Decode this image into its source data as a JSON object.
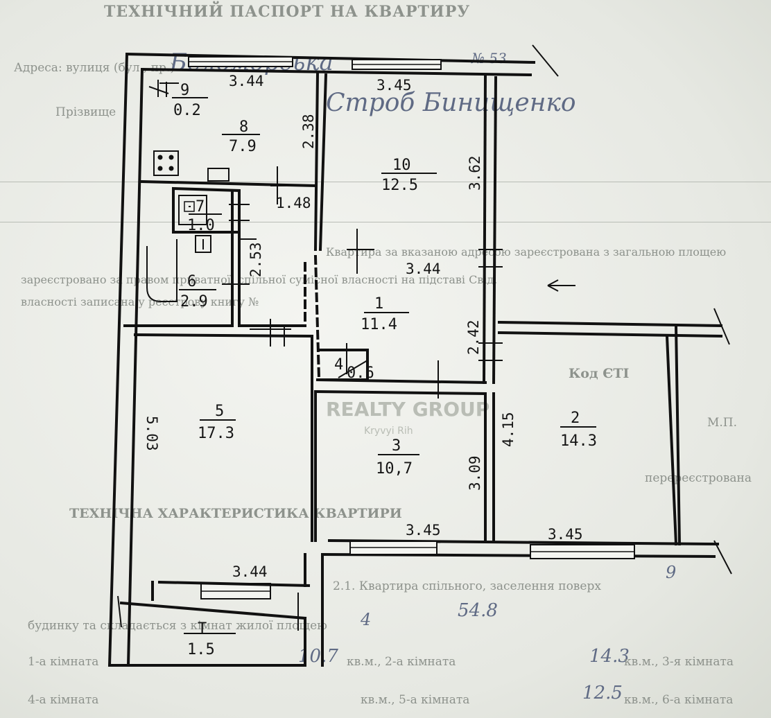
{
  "document": {
    "header_title": "ТЕХНІЧНИЙ ПАСПОРТ НА КВАРТИРУ",
    "row_address_label": "Адреса: вулиця (бул., пр.)",
    "row_house_label": "№ 53",
    "row_street_handwritten": "Беломорська",
    "row_name_label": "Прізвище",
    "row_name_handwritten": "Строб Бинищенко",
    "note_text_1": "Квартира за вказаною адресою зареєстрована з загальною площею",
    "note_text_2": "зареєстровано за правом приватної, спільної сумісної власності на підставі Свід.",
    "note_text_3": "власності записана у реєстрову книгу №",
    "label_code": "Код ЄТІ",
    "label_mt": "М.П.",
    "label_tech_section": "ТЕХНІЧНА ХАРАКТЕРИСТИКА КВАРТИРИ",
    "label_reregistered": "перереєстрована",
    "row_apartment": "2.1. Квартира спільного, заселення поверх",
    "row_building": "будинку та складається з кімнат жилої площею",
    "row_room_1_label": "1-а кімната",
    "row_room_1_value": "14.3",
    "row_room_2_label": "кв.м., 2-а кімната",
    "row_room_2_value": "10.7",
    "row_room_3_label": "кв.м., 3-я кімната",
    "row_room_4_label": "4-а кімната",
    "row_room_4_value": "12.5",
    "row_room_5_label": "кв.м., 5-а кімната",
    "row_room_6_label": "кв.м., 6-а кімната",
    "hw_floor": "9",
    "hw_total": "54.8",
    "hw_rooms": "4"
  },
  "watermark": {
    "name": "REALTY GROUP",
    "city": "Kryvyi Rih"
  },
  "floorplan": {
    "rooms": [
      {
        "number": "9",
        "area": "0.2"
      },
      {
        "number": "8",
        "area": "7.9"
      },
      {
        "number": "10",
        "area": "12.5"
      },
      {
        "number": "7",
        "area": "1.0"
      },
      {
        "number": "6",
        "area": "2.9"
      },
      {
        "number": "1",
        "area": "11.4"
      },
      {
        "number": "4",
        "area": "0.6"
      },
      {
        "number": "5",
        "area": "17.3"
      },
      {
        "number": "3",
        "area": "10,7"
      },
      {
        "number": "2",
        "area": "14.3"
      },
      {
        "number": "Т",
        "area": "1.5"
      }
    ],
    "dimensions": {
      "top_kitchen": "3.44",
      "top_room10": "3.45",
      "kitchen_height": "2.38",
      "room10_height": "3.62",
      "wc_width": "1.48",
      "bath_height": "2.53",
      "hall_width": "3.44",
      "hall_height": "2.42",
      "room5_height": "5.03",
      "room3_height": "3.09",
      "room2_height": "4.15",
      "room3_width": "3.45",
      "room2_width": "3.45",
      "room5_width": "3.44"
    }
  }
}
